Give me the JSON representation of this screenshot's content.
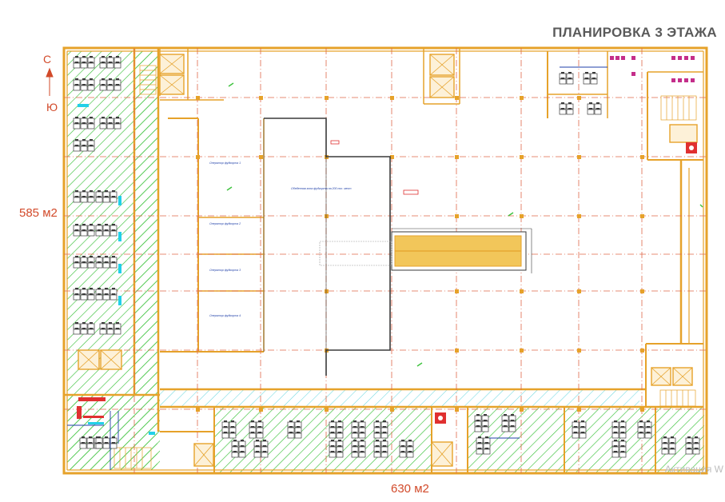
{
  "title": "ПЛАНИРОВКА 3 ЭТАЖА",
  "compass": {
    "north": "С",
    "south": "Ю"
  },
  "areas": {
    "left_block": "585 м2",
    "bottom_block": "630 м2"
  },
  "hall_note": "Обеденная зона фудкорта на 200 пос. мест",
  "kiosks": [
    "Оператор фудкорта 1",
    "Оператор фудкорта 2",
    "Оператор фудкорта 3",
    "Оператор фудкорта 4"
  ],
  "watermark": "Активация W",
  "colors": {
    "wall": "#e6a22a",
    "grid": "#e0684a",
    "hatch": "#3cc23c",
    "furniture": "#3a3a3a",
    "annotation": "#1f3fa8",
    "accent_red": "#e03030",
    "accent_cyan": "#22d0e8",
    "label": "#d24a2a"
  }
}
